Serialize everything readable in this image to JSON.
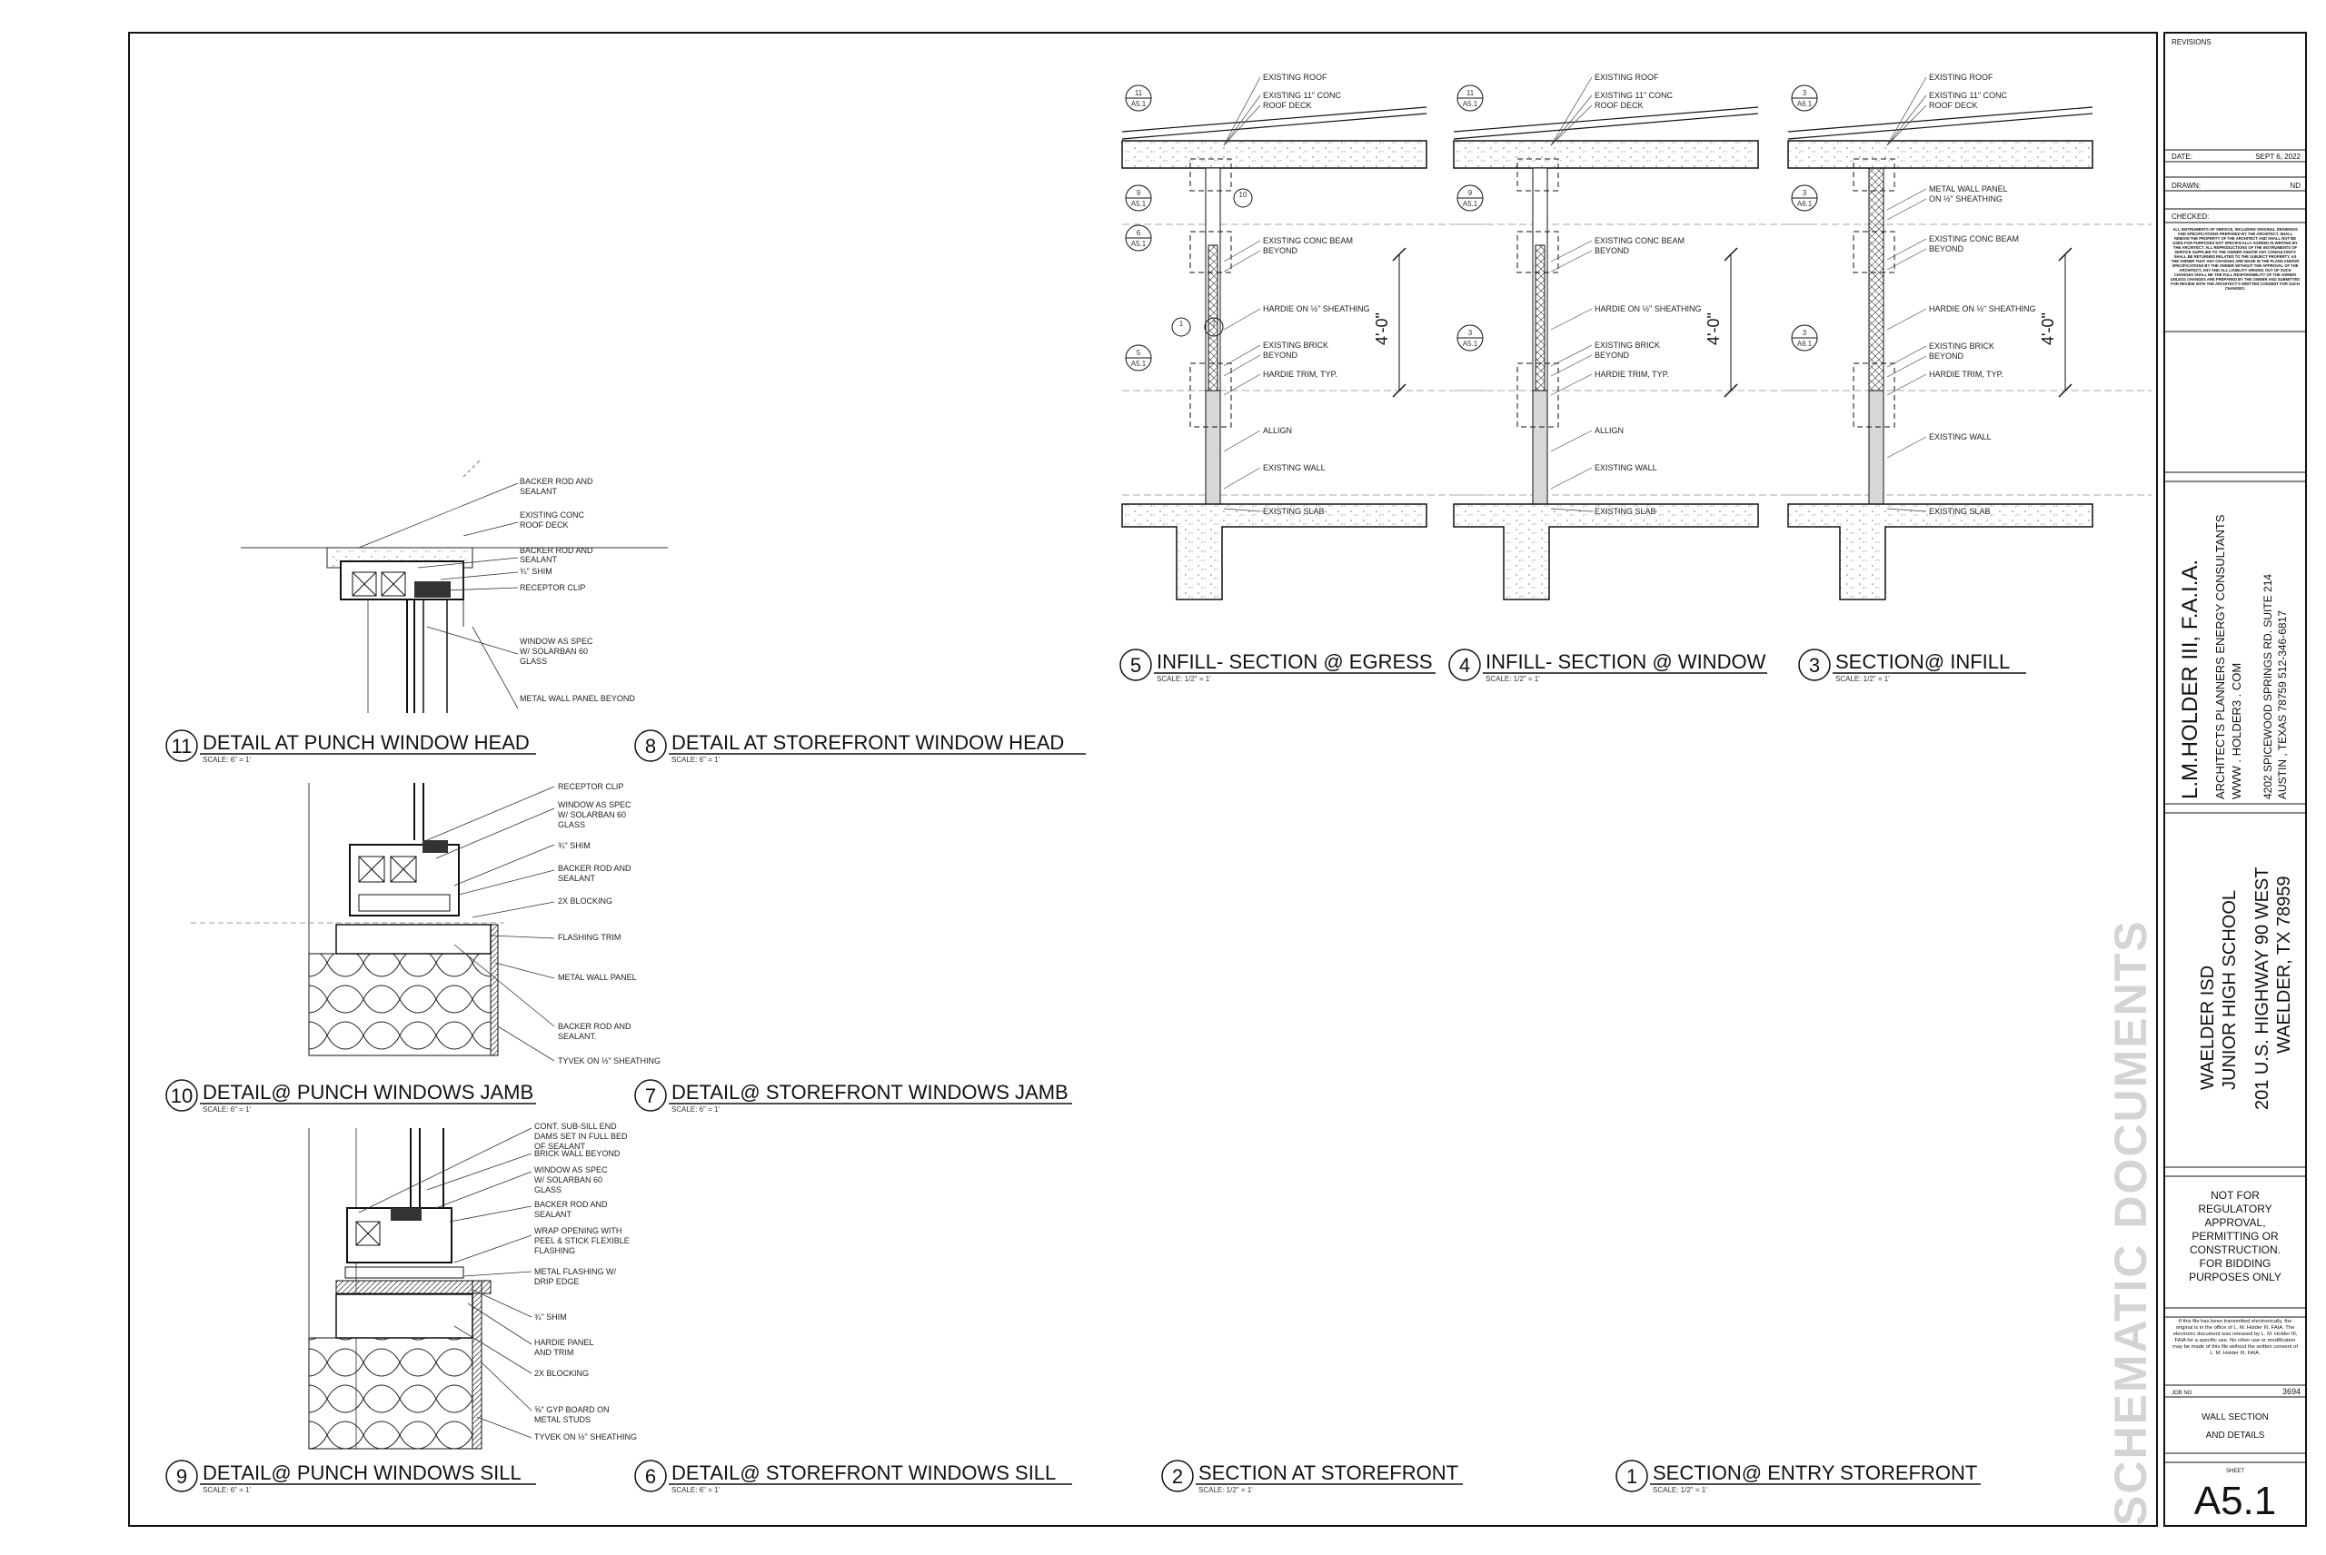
{
  "sheet": {
    "watermark": "SCHEMATIC DOCUMENTS",
    "details": [
      {
        "num": "11",
        "title": "DETAIL AT PUNCH WINDOW HEAD",
        "scale": "SCALE: 6\" = 1'"
      },
      {
        "num": "8",
        "title": "DETAIL AT STOREFRONT WINDOW HEAD",
        "scale": "SCALE: 6\" = 1'"
      },
      {
        "num": "10",
        "title": "DETAIL@ PUNCH WINDOWS JAMB",
        "scale": "SCALE: 6\" = 1'"
      },
      {
        "num": "7",
        "title": "DETAIL@ STOREFRONT WINDOWS JAMB",
        "scale": "SCALE: 6\" = 1'"
      },
      {
        "num": "9",
        "title": "DETAIL@ PUNCH WINDOWS SILL",
        "scale": "SCALE: 6\" = 1'"
      },
      {
        "num": "6",
        "title": "DETAIL@ STOREFRONT WINDOWS SILL",
        "scale": "SCALE: 6\" = 1'"
      },
      {
        "num": "2",
        "title": "SECTION AT STOREFRONT",
        "scale": "SCALE: 1/2\" = 1'"
      },
      {
        "num": "1",
        "title": "SECTION@ ENTRY STOREFRONT",
        "scale": "SCALE: 1/2\" = 1'"
      },
      {
        "num": "5",
        "title": "INFILL- SECTION @ EGRESS",
        "scale": "SCALE: 1/2\" = 1'"
      },
      {
        "num": "4",
        "title": "INFILL- SECTION @ WINDOW",
        "scale": "SCALE: 1/2\" = 1'"
      },
      {
        "num": "3",
        "title": "SECTION@ INFILL",
        "scale": "SCALE: 1/2\" = 1'"
      }
    ],
    "head_notes": [
      "BACKER ROD AND",
      "SEALANT",
      "EXISTING CONC",
      "ROOF DECK",
      "BACKER ROD AND",
      "SEALANT",
      "¾\" SHIM",
      "RECEPTOR CLIP",
      "WINDOW AS SPEC",
      "W/ SOLARBAN 60",
      "GLASS",
      "METAL WALL PANEL BEYOND"
    ],
    "jamb_notes": [
      "RECEPTOR CLIP",
      "WINDOW AS SPEC",
      "W/ SOLARBAN 60",
      "GLASS",
      "¾\" SHIM",
      "BACKER ROD AND",
      "SEALANT",
      "2X BLOCKING",
      "FLASHING TRIM",
      "METAL WALL PANEL",
      "BACKER ROD AND",
      "SEALANT.",
      "TYVEK ON ½\" SHEATHING"
    ],
    "sill_notes": [
      "CONT. SUB-SILL END",
      "DAMS SET IN FULL BED",
      "OF SEALANT",
      "BRICK WALL BEYOND",
      "WINDOW AS SPEC",
      "W/ SOLARBAN 60",
      "GLASS",
      "BACKER ROD AND",
      "SEALANT",
      "WRAP OPENING WITH",
      "PEEL & STICK FLEXIBLE",
      "FLASHING",
      "METAL FLASHING W/",
      "DRIP EDGE",
      "¾\" SHIM",
      "HARDIE PANEL",
      "AND TRIM",
      "2X BLOCKING",
      "⅝\" GYP BOARD ON",
      "METAL STUDS",
      "TYVEK ON ½\" SHEATHING"
    ],
    "sec5_notes": [
      "EXISTING ROOF",
      "EXISTING 11\" CONC",
      "ROOF DECK",
      "EXISTING CONC BEAM",
      "BEYOND",
      "HARDIE ON ½\" SHEATHING",
      "EXISTING BRICK",
      "BEYOND",
      "HARDIE TRIM, TYP.",
      "ALLIGN",
      "EXISTING WALL",
      "EXISTING SLAB"
    ],
    "sec4_notes": [
      "EXISTING ROOF",
      "EXISTING 11\" CONC",
      "ROOF DECK",
      "EXISTING CONC BEAM",
      "BEYOND",
      "HARDIE ON ½\" SHEATHING",
      "EXISTING BRICK",
      "BEYOND",
      "HARDIE TRIM, TYP.",
      "ALLIGN",
      "EXISTING WALL",
      "EXISTING SLAB"
    ],
    "sec3_notes": [
      "EXISTING ROOF",
      "EXISTING 11\" CONC",
      "ROOF DECK",
      "METAL WALL PANEL",
      "ON ½\" SHEATHING",
      "EXISTING CONC BEAM",
      "BEYOND",
      "HARDIE ON ½\" SHEATHING",
      "EXISTING BRICK",
      "BEYOND",
      "HARDIE TRIM, TYP.",
      "EXISTING WALL",
      "EXISTING SLAB"
    ],
    "dimension": "4'-0\"",
    "section_refs": {
      "s5": [
        "11",
        "A5.1",
        "9",
        "A5.1",
        "6",
        "A5.1",
        "5",
        "A5.1",
        "1",
        "7",
        "10"
      ],
      "s4": [
        "11",
        "A5.1",
        "9",
        "A5.1",
        "3",
        "A5.1"
      ],
      "s3": [
        "3",
        "A6.1",
        "3",
        "A6.1",
        "3",
        "A6.1"
      ]
    }
  },
  "titleblock": {
    "revisions_label": "REVISIONS",
    "date_label": "DATE:",
    "date_value": "SEPT 6, 2022",
    "drawn_label": "DRAWN:",
    "drawn_value": "ND",
    "checked_label": "CHECKED:",
    "legal_text": "ALL INSTRUMENTS OF SERVICE, INCLUDING ORIGINAL DRAWINGS AND SPECIFICATIONS PREPARED BY THE ARCHITECT, SHALL REMAIN THE PROPERTY OF THE ARCHITECT AND SHALL NOT BE USED FOR PURPOSES NOT SPECIFICALLY AGREED IN WRITING BY THE ARCHITECT. ALL REPRODUCTIONS OF THE INSTRUMENTS OF SERVICE SUPPLIED TO THE OWNER AND/OR ANY CONSULTANTS SHALL BE RETURNED RELATED TO THE SUBJECT PROPERTY. AS THE OWNER THAT ANY CHANGES ARE MADE IN THE PLANS AND/OR SPECIFICATIONS BY THE OWNER WITHOUT THE APPROVAL OF THE ARCHITECT, ANY AND ALL LIABILITY ARISING OUT OF SUCH CHANGES SHALL BE THE FULL RESPONSIBILITY OF THE OWNER UNLESS CHANGES ARE PREPARED BY THE OWNER AND SUBMITTED FOR REVIEW WITH THE ARCHITECT'S WRITTEN CONSENT FOR SUCH CHANGES.",
    "firm_name": "L.M.HOLDER III, F.A.I.A.",
    "firm_line1": "ARCHITECTS PLANNERS ENERGY CONSULTANTS",
    "firm_line2": "WWW . HOLDER3 . COM",
    "firm_line3": "4202 SPICEWOOD SPRINGS RD. SUITE 214",
    "firm_line4": "AUSTIN , TEXAS  78759  512-346-6817",
    "project_line1": "WAELDER ISD",
    "project_line2": "JUNIOR HIGH SCHOOL",
    "project_line3": "201 U.S. HIGHWAY 90 WEST",
    "project_line4": "WAELDER, TX 78959",
    "not_for": [
      "NOT FOR",
      "REGULATORY",
      "APPROVAL,",
      "PERMITTING OR",
      "CONSTRUCTION.",
      "FOR BIDDING",
      "PURPOSES ONLY"
    ],
    "electronic_note": "If this file has been transmitted electronically, the original is in the office of L. M. Holder III, FAIA. The electronic document was released by L. M. Holder III, FAIA for a specific use. No other use or modification may be made of this file without the written consent of L. M. Holder III, FAIA.",
    "job_label": "JOB NO",
    "job_no": "3694",
    "sheet_title1": "WALL SECTION",
    "sheet_title2": "AND DETAILS",
    "sheet_label": "SHEET",
    "sheet_no": "A5.1"
  }
}
